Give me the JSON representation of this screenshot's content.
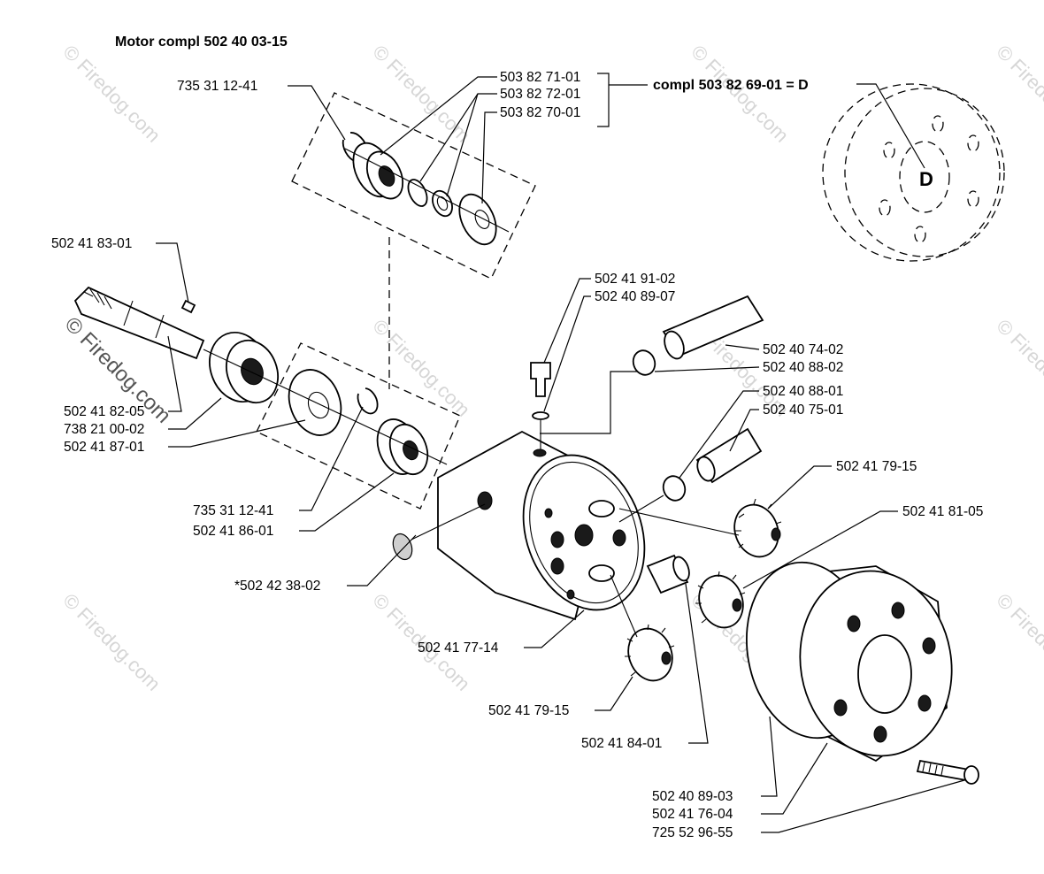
{
  "title": "Motor  compl 502 40 03-15",
  "watermark": "© Firedog.com",
  "group_label": "compl 503 82 69-01 = D",
  "detail_letter": "D",
  "part_labels": {
    "p735311241_top": "735 31 12-41",
    "p503827101": "503 82 71-01",
    "p503827201": "503 82 72-01",
    "p503827001": "503 82 70-01",
    "p502418301": "502 41 83-01",
    "p502418205": "502 41 82-05",
    "p738210002": "738 21 00-02",
    "p502418701": "502 41 87-01",
    "p735311241_mid": "735 31 12-41",
    "p502418601": "502 41 86-01",
    "p502419102": "502 41 91-02",
    "p502408907": "502 40 89-07",
    "p502407402": "502 40 74-02",
    "p502408802": "502 40 88-02",
    "p502408801": "502 40 88-01",
    "p502407501": "502 40 75-01",
    "p502417915_a": "502 41 79-15",
    "p502418105": "502 41 81-05",
    "p502423802": "*502 42 38-02",
    "p502417714": "502 41 77-14",
    "p502417915_b": "502 41 79-15",
    "p502418401": "502 41 84-01",
    "p502408903": "502 40 89-03",
    "p502417604": "502 41 76-04",
    "p725529655": "725 52 96-55"
  }
}
